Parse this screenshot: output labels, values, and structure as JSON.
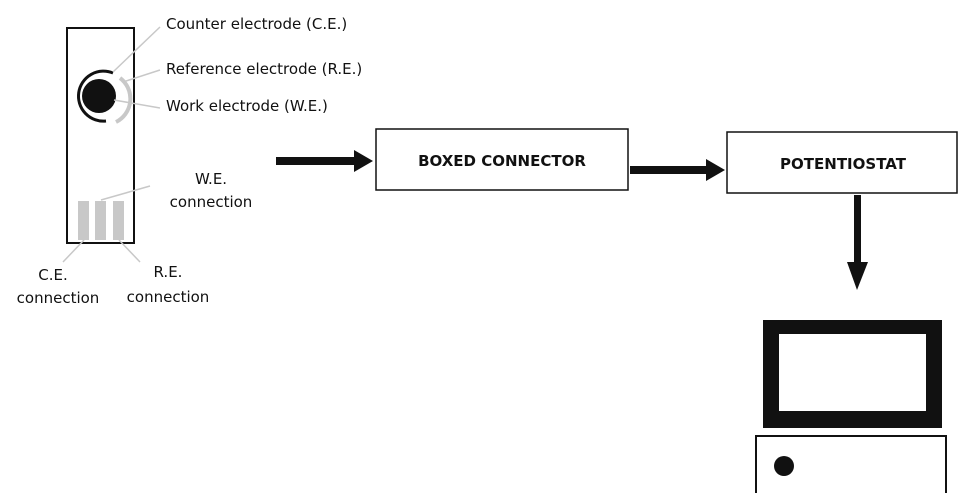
{
  "labels": {
    "counter_electrode": "Counter electrode (C.E.)",
    "reference_electrode": "Reference electrode (R.E.)",
    "work_electrode": "Work electrode (W.E.)",
    "we_connection_line1": "W.E.",
    "we_connection_line2": "connection",
    "ce_connection_line1": "C.E.",
    "ce_connection_line2": "connection",
    "re_connection_line1": "R.E.",
    "re_connection_line2": "connection"
  },
  "boxes": {
    "boxed_connector": "BOXED CONNECTOR",
    "potentiostat": "POTENTIOSTAT"
  }
}
